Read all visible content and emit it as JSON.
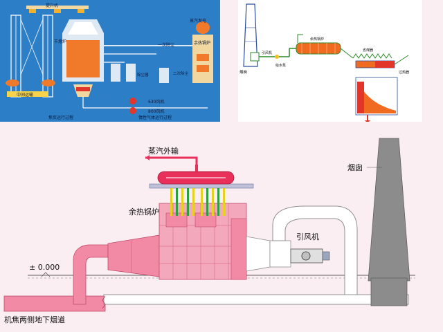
{
  "cdq_panel": {
    "labels": {
      "lifter": "提升机",
      "steam_generation": "蒸汽发电",
      "pre_chamber": "干熄炉",
      "waste_heat_boiler": "余热锅炉",
      "primary_dust": "一次除尘",
      "secondary_dust": "二次除尘",
      "dust_collector": "除尘器",
      "fan_630": "630风机",
      "fan_800": "800风机",
      "conveyor": "中间运输",
      "coke_process": "焦炭运行过程",
      "gas_process": "惰性气体运行过程"
    },
    "colors": {
      "background": "#2c7fc6",
      "accent": "#f07a2a"
    }
  },
  "flow_panel": {
    "labels": {
      "boiler": "余热锅炉",
      "fan": "引风机",
      "pump": "给水泵",
      "economizer": "省煤器",
      "superheater": "过热器",
      "chimney": "烟囱"
    },
    "colors": {
      "pipe": "#2a8a2a",
      "drum": "#f06a20"
    }
  },
  "main_panel": {
    "labels": {
      "steam_output": "蒸汽外输",
      "waste_heat_boiler": "余热锅炉",
      "induced_fan": "引风机",
      "chimney": "烟囱",
      "elevation": "± 0.000",
      "underground_flue": "机焦两侧地下烟道"
    },
    "colors": {
      "duct": "#f28aa6",
      "boiler": "#f4a8bc",
      "drum": "#e8305a",
      "tubes": "#e6d020",
      "chimney": "#8c8c8c"
    }
  }
}
